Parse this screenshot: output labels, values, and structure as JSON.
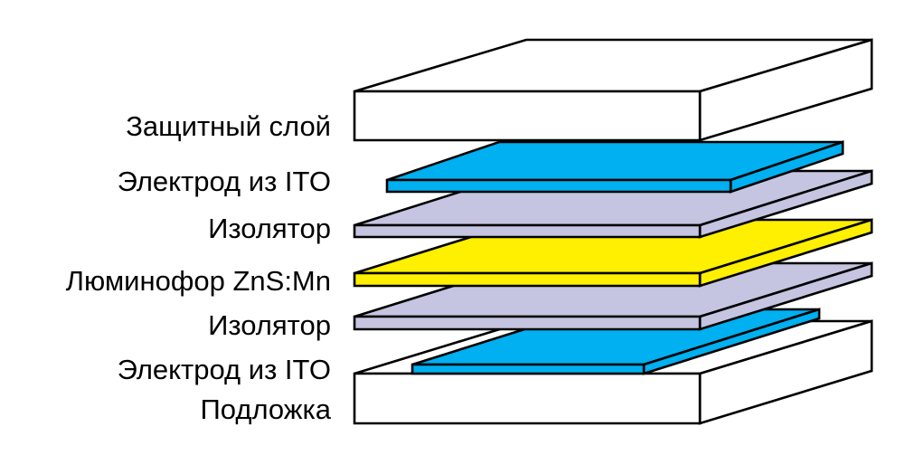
{
  "colors": {
    "outline": "#000000",
    "protective": "#ffffff",
    "substrate": "#ffffff",
    "electrode": "#00b0f0",
    "insulator": "#c5c5e1",
    "phosphor": "#ffef00"
  },
  "labels": {
    "protective_layer": "Защитный слой",
    "top_electrode": "Электрод из ITO",
    "top_insulator": "Изолятор",
    "phosphor": "Люминофор ZnS:Mn",
    "bottom_insulator": "Изолятор",
    "bottom_electrode": "Электрод из ITO",
    "substrate": "Подложка"
  }
}
